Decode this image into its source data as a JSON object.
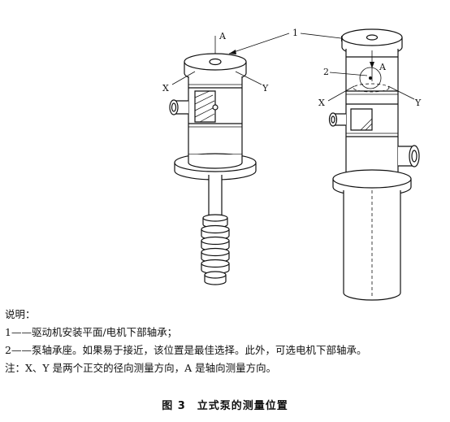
{
  "figure": {
    "labels": {
      "left_a": "A",
      "left_x": "X",
      "left_y": "Y",
      "right_a": "A",
      "right_x": "X",
      "right_y": "Y",
      "callout_1": "1",
      "callout_2": "2"
    }
  },
  "notes": {
    "heading": "说明：",
    "item1": "1——驱动机安装平面/电机下部轴承；",
    "item2": "2——泵轴承座。如果易于接近，该位置是最佳选择。此外，可选电机下部轴承。",
    "note": "注：X、Y 是两个正交的径向测量方向，A 是轴向测量方向。"
  },
  "caption": "图 3　立式泵的测量位置"
}
